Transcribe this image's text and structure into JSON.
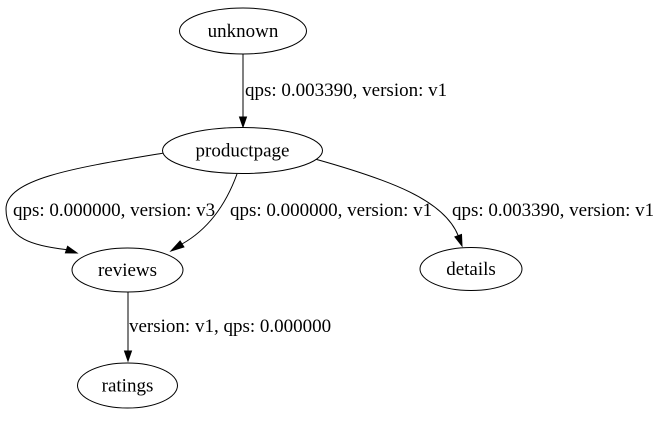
{
  "diagram": {
    "type": "service-dependency-graph",
    "background_color": "#ffffff",
    "line_color": "#000000",
    "text_color": "#000000",
    "nodes": [
      {
        "id": "unknown",
        "label": "unknown"
      },
      {
        "id": "productpage",
        "label": "productpage"
      },
      {
        "id": "reviews",
        "label": "reviews"
      },
      {
        "id": "details",
        "label": "details"
      },
      {
        "id": "ratings",
        "label": "ratings"
      }
    ],
    "edges": [
      {
        "from": "unknown",
        "to": "productpage",
        "label": "qps: 0.003390, version: v1"
      },
      {
        "from": "productpage",
        "to": "reviews",
        "label": "qps: 0.000000, version: v3"
      },
      {
        "from": "productpage",
        "to": "reviews",
        "label": "qps: 0.000000, version: v1"
      },
      {
        "from": "productpage",
        "to": "details",
        "label": "qps: 0.003390, version: v1"
      },
      {
        "from": "reviews",
        "to": "ratings",
        "label": "version: v1, qps: 0.000000"
      }
    ]
  }
}
